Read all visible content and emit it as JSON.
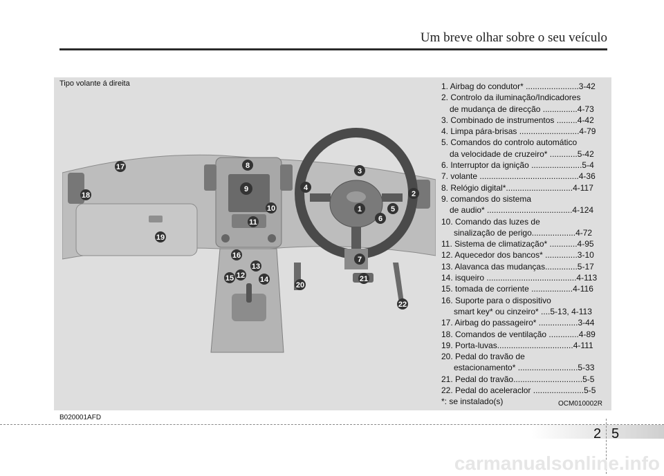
{
  "header": {
    "title": "Um breve olhar sobre o seu veículo"
  },
  "figure": {
    "label": "Tipo volante á direita",
    "figure_code": "OCM010002R",
    "callouts": [
      "1",
      "2",
      "3",
      "4",
      "5",
      "6",
      "7",
      "8",
      "9",
      "10",
      "11",
      "12",
      "13",
      "14",
      "15",
      "16",
      "17",
      "18",
      "19",
      "20",
      "21",
      "22"
    ]
  },
  "legend": [
    "1. Airbag do condutor* .......................3-42",
    "2. Controlo da iluminação/Indicadores",
    "    de mudança de direcção ...............4-73",
    "3. Combinado de instrumentos .........4-42",
    "4. Limpa pára-brisas ..........................4-79",
    "5. Comandos do controlo automático",
    "    da velocidade de cruzeiro* ............5-42",
    "6. Interruptor da ignição ......................5-4",
    "7. volante ...........................................4-36",
    "8. Relógio digital*.............................4-117",
    "9. comandos do sistema",
    "    de audio* .....................................4-124",
    "10. Comando das luzes de",
    "      sinalização de perigo...................4-72",
    "11. Sistema de climatização* ............4-95",
    "12. Aquecedor dos bancos* ..............3-10",
    "13. Alavanca das mudanças..............5-17",
    "14. isqueiro .......................................4-113",
    "15. tomada de corriente ..................4-116",
    "16. Suporte para o dispositivo",
    "      smart key* ou cinzeiro* ....5-13, 4-113",
    "17. Airbag do passageiro* .................3-44",
    "18. Comandos de ventilação .............4-89",
    "19. Porta-luvas.................................4-111",
    "20. Pedal do travão de",
    "      estacionamento* ..........................5-33",
    "21. Pedal do travão..............................5-5",
    "22. Pedal do aceleraclor ......................5-5",
    "*: se instalado(s)"
  ],
  "doc_code": "B020001AFD",
  "page": {
    "left": "2",
    "right": "5"
  },
  "watermark": "carmanualsonline.info"
}
